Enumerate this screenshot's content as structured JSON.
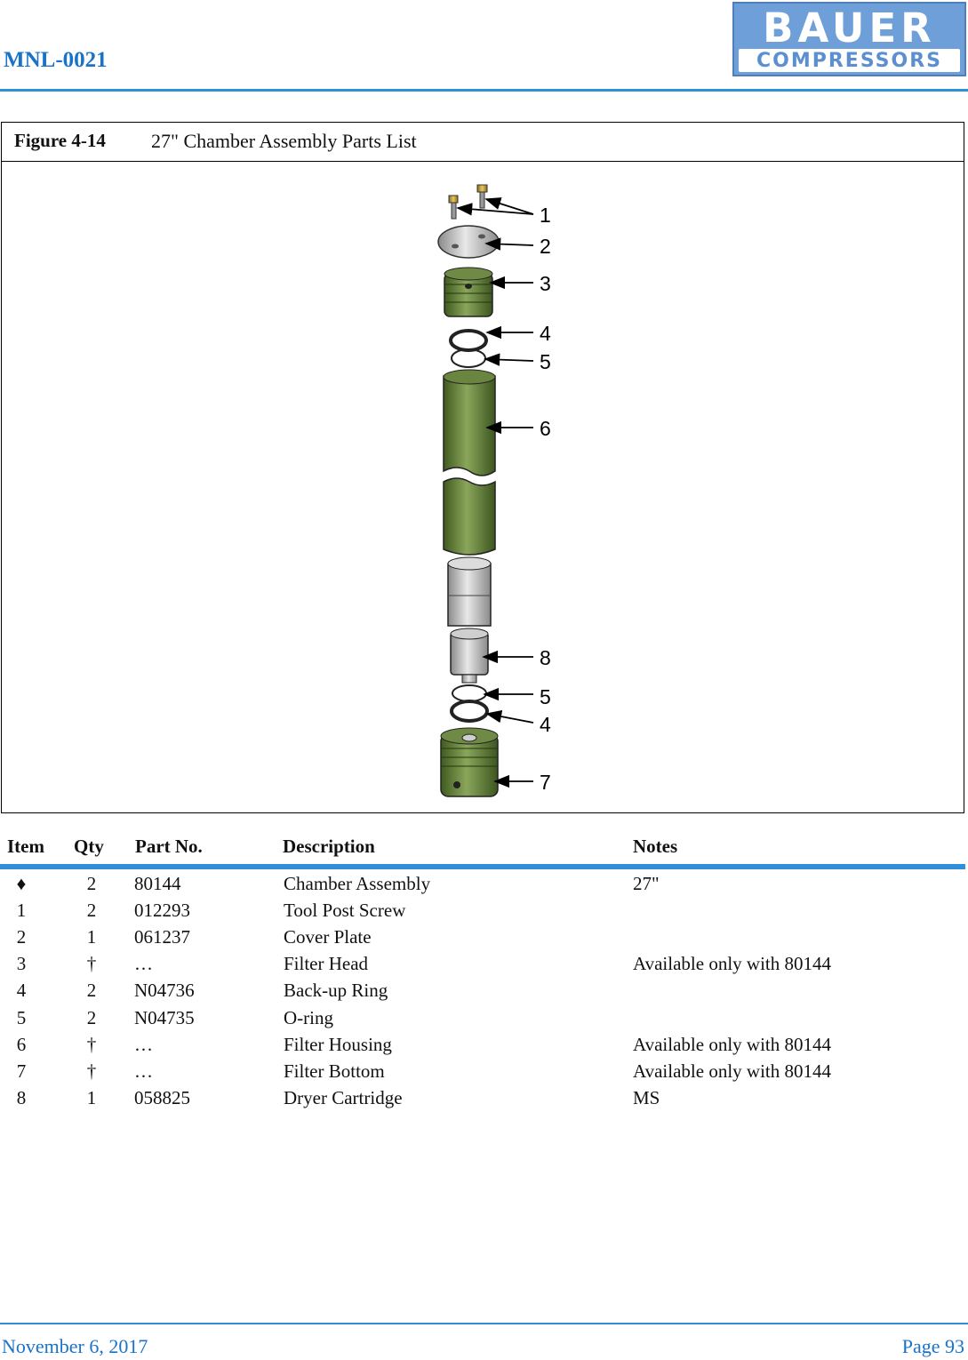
{
  "header": {
    "doc_id": "MNL-0021",
    "logo_top": "BAUER",
    "logo_bottom": "COMPRESSORS",
    "accent_color": "#2f8fd8"
  },
  "figure": {
    "label": "Figure 4-14",
    "title": "27\" Chamber Assembly Parts List",
    "callouts": [
      "1",
      "2",
      "3",
      "4",
      "5",
      "6",
      "8",
      "5",
      "4",
      "7"
    ]
  },
  "table": {
    "headers": {
      "item": "Item",
      "qty": "Qty",
      "part": "Part No.",
      "description": "Description",
      "notes": "Notes"
    },
    "rows": [
      {
        "item": "♦",
        "qty": "2",
        "part": "80144",
        "description": "Chamber Assembly",
        "notes": "27\""
      },
      {
        "item": "1",
        "qty": "2",
        "part": "012293",
        "description": "Tool Post Screw",
        "notes": ""
      },
      {
        "item": "2",
        "qty": "1",
        "part": "061237",
        "description": "Cover Plate",
        "notes": ""
      },
      {
        "item": "3",
        "qty": "†",
        "part": "…",
        "description": "Filter Head",
        "notes": "Available only with 80144"
      },
      {
        "item": "4",
        "qty": "2",
        "part": "N04736",
        "description": "Back-up Ring",
        "notes": ""
      },
      {
        "item": "5",
        "qty": "2",
        "part": "N04735",
        "description": "O-ring",
        "notes": ""
      },
      {
        "item": "6",
        "qty": "†",
        "part": "…",
        "description": "Filter Housing",
        "notes": "Available only with 80144"
      },
      {
        "item": "7",
        "qty": "†",
        "part": "…",
        "description": "Filter Bottom",
        "notes": "Available only with 80144"
      },
      {
        "item": "8",
        "qty": "1",
        "part": "058825",
        "description": "Dryer Cartridge",
        "notes": "MS"
      }
    ]
  },
  "footer": {
    "date": "November 6, 2017",
    "page": "Page 93"
  }
}
